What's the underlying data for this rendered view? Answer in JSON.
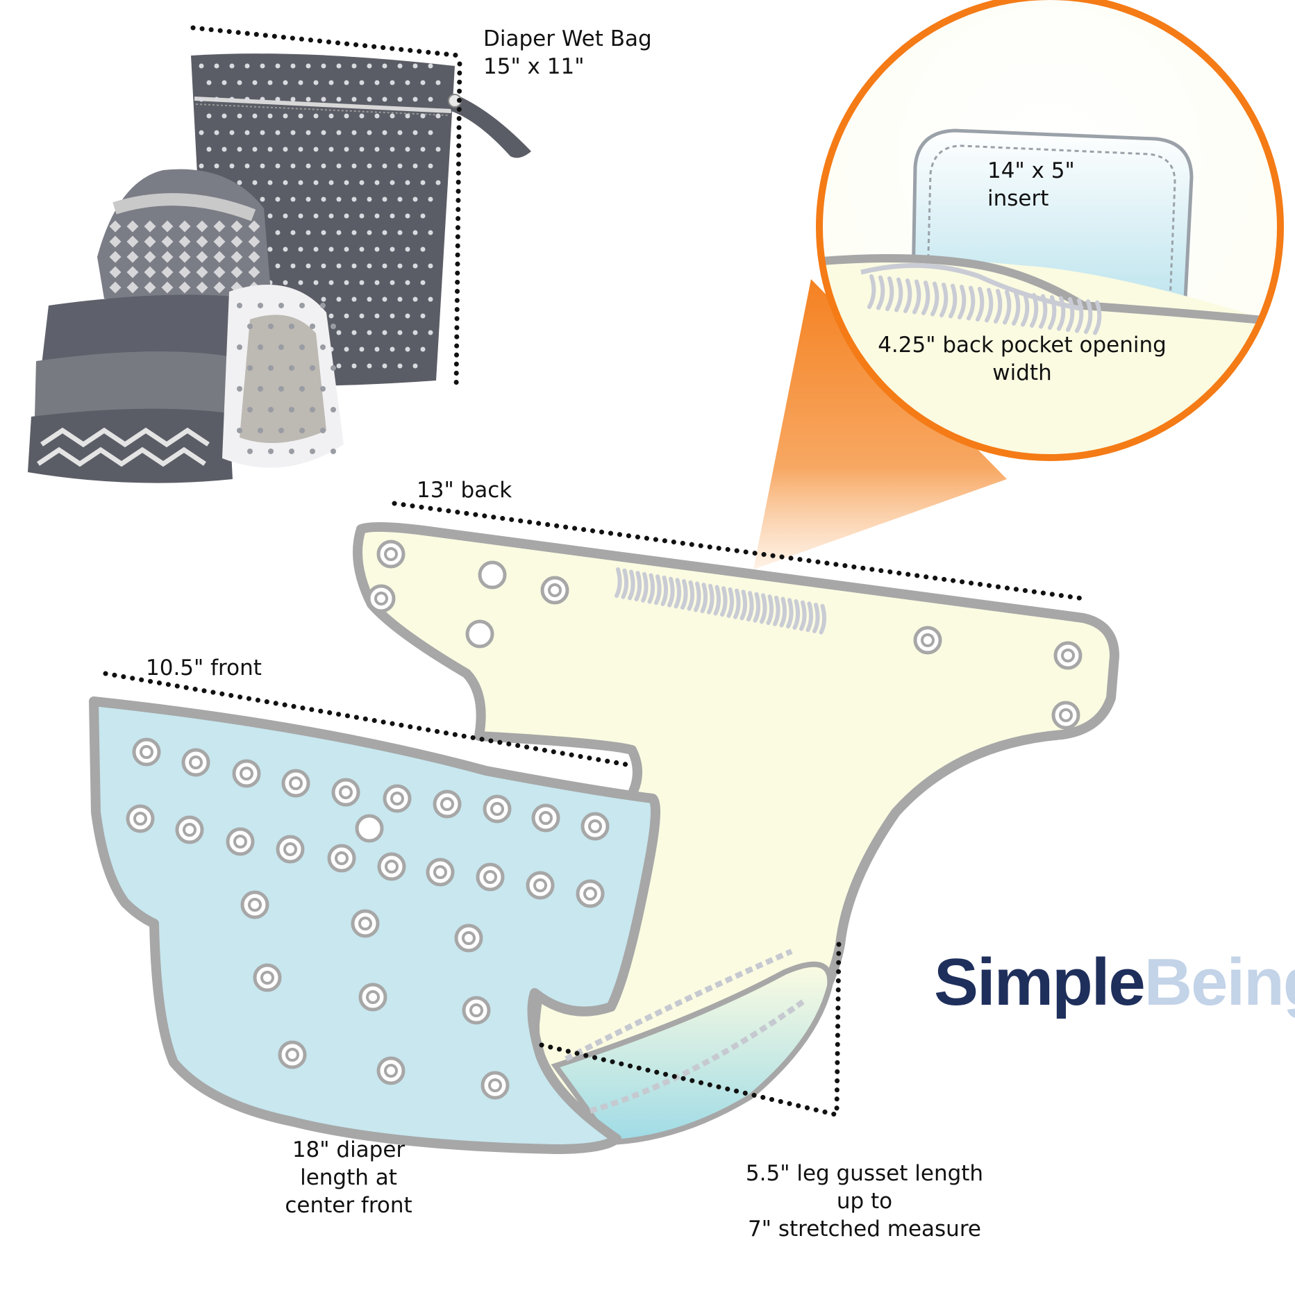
{
  "wet_bag": {
    "line1": "Diaper Wet Bag",
    "line2": "15\" x  11\""
  },
  "zoom": {
    "insert_line1": "14\" x 5\"",
    "insert_line2": "insert",
    "pocket_line1": "4.25\" back pocket opening",
    "pocket_line2": "width"
  },
  "measurements": {
    "back": "13\" back",
    "front": "10.5\" front",
    "length_line1": "18\" diaper",
    "length_line2": "length at",
    "length_line3": "center front",
    "gusset_line1": "5.5\" leg gusset length",
    "gusset_line2": "up to",
    "gusset_line3": "7\" stretched measure"
  },
  "brand": {
    "part1": "Simple",
    "part2": "Being",
    "color1": "#1f2f5c",
    "color2": "#c3d3e8"
  },
  "colors": {
    "callout_orange": "#f47b16",
    "diaper_inner": "#fbfbe2",
    "diaper_front": "#c8e7ef",
    "outline_gray": "#a7a7a7",
    "dot_line": "#111111"
  },
  "icons": [
    "wet-bag-photo",
    "stacked-diapers-photo",
    "snap-button-icon",
    "zoom-callout"
  ]
}
